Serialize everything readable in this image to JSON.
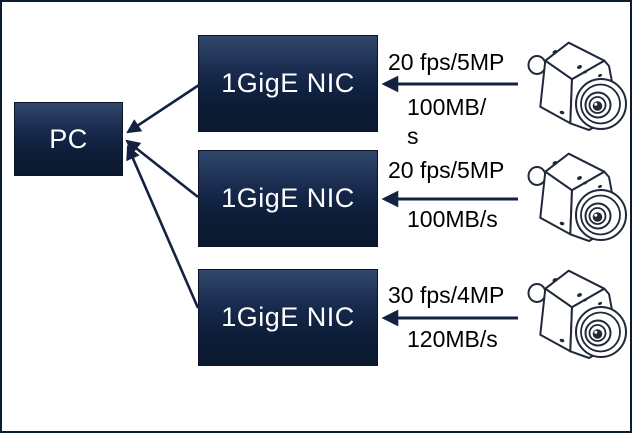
{
  "diagram": {
    "title_hint": "PC with three 1GigE NICs each connected to one camera",
    "pc": {
      "label": "PC"
    },
    "rows": [
      {
        "nic_label": "1GigE NIC",
        "fps_label": "20 fps/5MP",
        "rate_label": "100MB/\ns",
        "camera_icon": "industrial-camera-icon"
      },
      {
        "nic_label": "1GigE NIC",
        "fps_label": "20 fps/5MP",
        "rate_label": "100MB/s",
        "camera_icon": "industrial-camera-icon"
      },
      {
        "nic_label": "1GigE NIC",
        "fps_label": "30 fps/4MP",
        "rate_label": "120MB/s",
        "camera_icon": "industrial-camera-icon"
      }
    ],
    "colors": {
      "box_gradient_top": "#31476b",
      "box_gradient_bottom": "#0b1930",
      "box_text": "#ffffff",
      "arrow": "#13233f",
      "frame_border": "#0e1c30",
      "label_text": "#000000",
      "background": "#ffffff"
    }
  }
}
